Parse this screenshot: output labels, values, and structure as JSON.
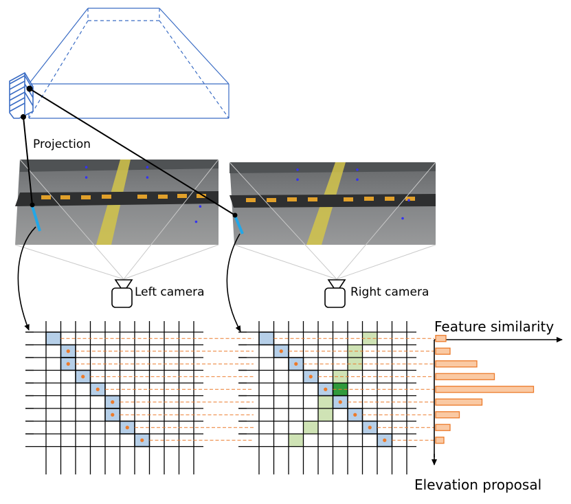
{
  "labels": {
    "projection": "Projection",
    "left_camera": "Left camera",
    "right_camera": "Right camera",
    "feature_similarity": "Feature similarity",
    "elevation_proposal": "Elevation proposal"
  },
  "colors": {
    "box": "#3a6cc4",
    "cell_blue": "#b6cfe8",
    "cell_light_green": "#cfe3b5",
    "cell_dark_green": "#2f9a3c",
    "dot": "#ec7a2a",
    "bar_fill": "#fac9a3",
    "bar_stroke": "#ec7a2a",
    "line_cyan": "#22a7e8"
  },
  "grid": {
    "rows": 9,
    "cols": 10,
    "left_path": [
      [
        0,
        0
      ],
      [
        1,
        1
      ],
      [
        1,
        2
      ],
      [
        2,
        3
      ],
      [
        3,
        4
      ],
      [
        4,
        5
      ],
      [
        4,
        6
      ],
      [
        5,
        7
      ],
      [
        6,
        8
      ]
    ],
    "right_blue": [
      [
        0,
        0
      ],
      [
        1,
        1
      ],
      [
        2,
        2
      ],
      [
        3,
        3
      ],
      [
        4,
        4
      ],
      [
        5,
        5
      ],
      [
        6,
        6
      ],
      [
        7,
        7
      ],
      [
        8,
        8
      ]
    ],
    "right_green": [
      [
        7,
        0
      ],
      [
        6,
        1
      ],
      [
        6,
        2
      ],
      [
        5,
        3
      ],
      [
        4,
        5
      ],
      [
        4,
        6
      ],
      [
        3,
        7
      ],
      [
        2,
        8
      ]
    ],
    "right_dark": [
      [
        5,
        4
      ]
    ]
  },
  "similarity": {
    "values": [
      0.1,
      0.14,
      0.4,
      0.57,
      0.95,
      0.45,
      0.23,
      0.14,
      0.08
    ]
  },
  "left_image_dots": [
    [
      0.35,
      0.09
    ],
    [
      0.65,
      0.09
    ],
    [
      0.35,
      0.21
    ],
    [
      0.65,
      0.21
    ],
    [
      0.91,
      0.55
    ],
    [
      0.89,
      0.73
    ]
  ],
  "right_image_dots": [
    [
      0.33,
      0.09
    ],
    [
      0.62,
      0.09
    ],
    [
      0.33,
      0.21
    ],
    [
      0.62,
      0.21
    ],
    [
      0.87,
      0.46
    ],
    [
      0.84,
      0.68
    ]
  ]
}
